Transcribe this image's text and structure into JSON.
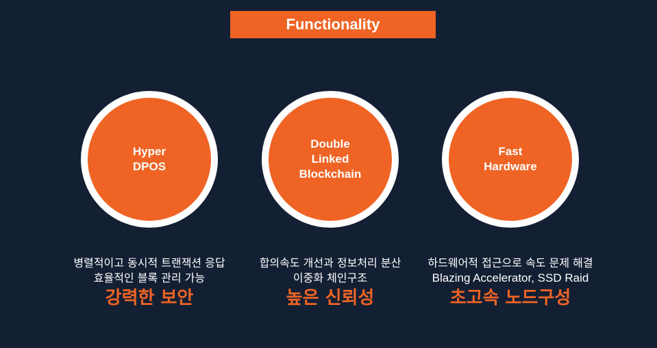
{
  "title": "Functionality",
  "colors": {
    "accent": "#ef6424",
    "background": "#131f33"
  },
  "features": [
    {
      "circle": "Hyper\nDPOS",
      "lines": [
        "병렬적이고 동시적 트랜잭션 응답",
        "효율적인 블록 관리 가능"
      ],
      "highlight": "강력한 보안"
    },
    {
      "circle": "Double\nLinked\nBlockchain",
      "lines": [
        "합의속도 개선과 정보처리 분산",
        "이중화 체인구조"
      ],
      "highlight": "높은 신뢰성"
    },
    {
      "circle": "Fast\nHardware",
      "lines": [
        "하드웨어적 접근으로 속도 문제 해결",
        "Blazing Accelerator, SSD Raid"
      ],
      "highlight": "초고속 노드구성"
    }
  ]
}
